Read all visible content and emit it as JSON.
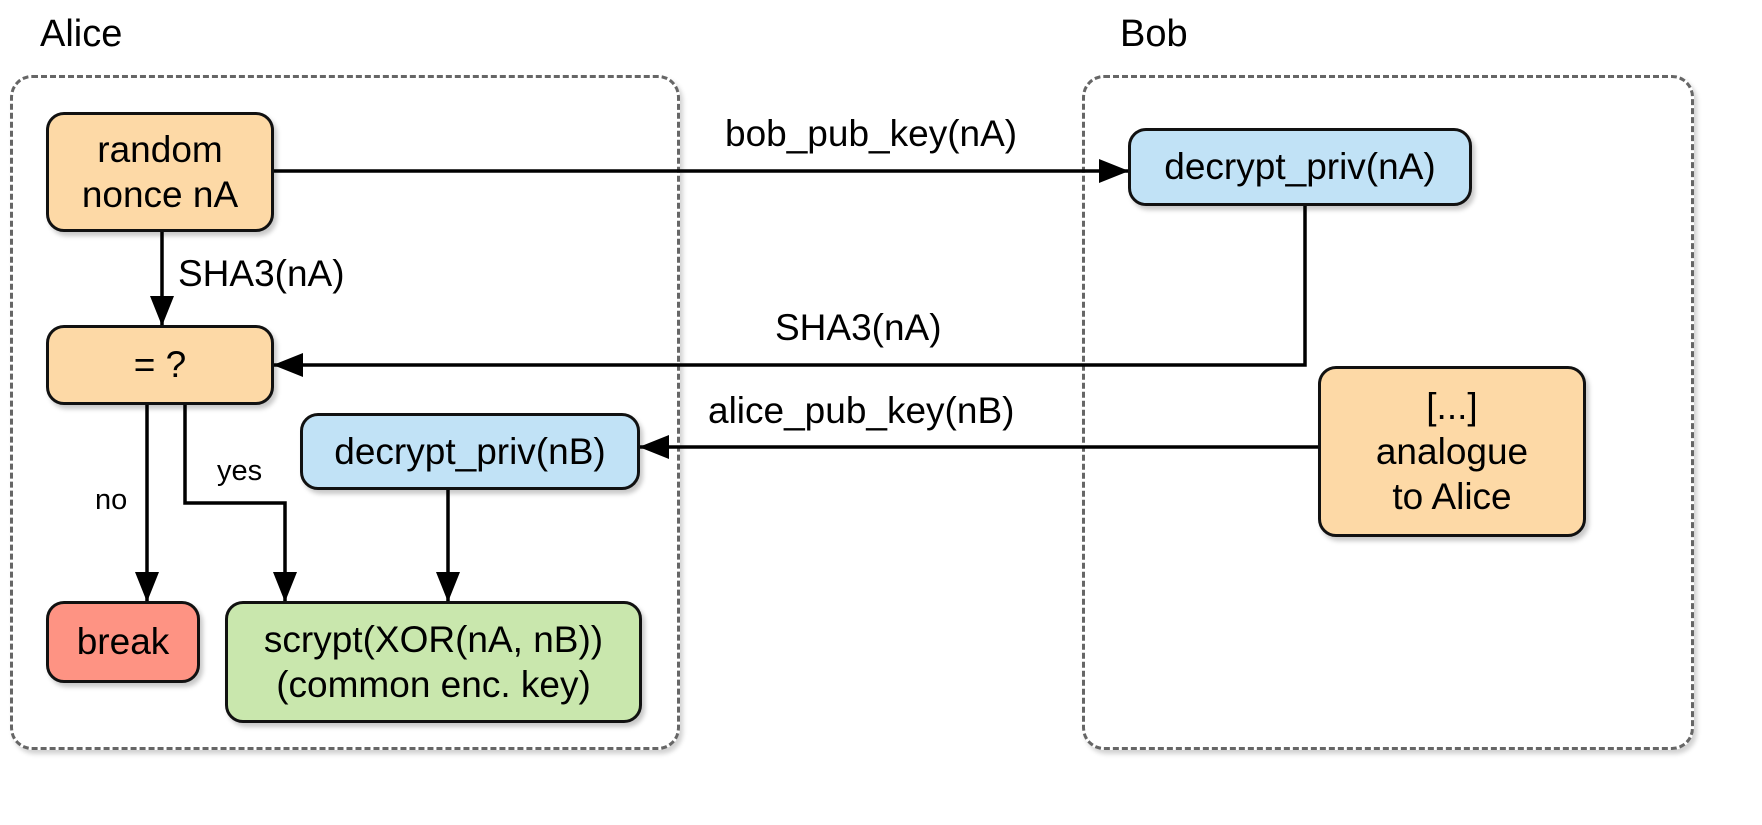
{
  "lanes": {
    "alice": {
      "title": "Alice"
    },
    "bob": {
      "title": "Bob"
    }
  },
  "nodes": {
    "random_nonce": "random\nnonce nA",
    "compare": "= ?",
    "decrypt_nb": "decrypt_priv(nB)",
    "break": "break",
    "scrypt": "scrypt(XOR(nA, nB))\n(common enc. key)",
    "decrypt_na": "decrypt_priv(nA)",
    "analogue": "[...]\nanalogue\nto Alice"
  },
  "edge_labels": {
    "bob_pub_key": "bob_pub_key(nA)",
    "sha3_alice": "SHA3(nA)",
    "sha3_bob": "SHA3(nA)",
    "alice_pub_key": "alice_pub_key(nB)",
    "yes": "yes",
    "no": "no"
  },
  "colors": {
    "nonce_box": "#fdd9a6",
    "decrypt_box": "#c1e2f6",
    "break_box": "#fe9383",
    "result_box": "#c9e7ad"
  }
}
